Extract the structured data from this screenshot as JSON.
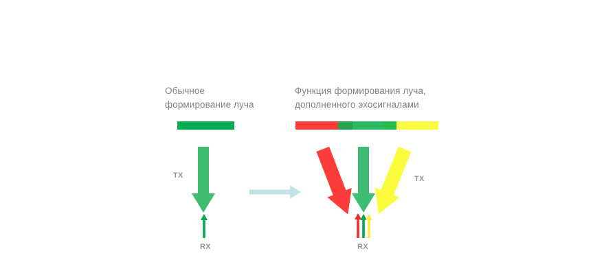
{
  "diagram": {
    "left_panel": {
      "title_line1": "Обычное",
      "title_line2": "формирование луча",
      "tx_label": "TX",
      "rx_label": "RX"
    },
    "right_panel": {
      "title_line1": "Функция формирования луча,",
      "title_line2": "дополненного эхосигналами",
      "tx_label": "TX",
      "rx_label": "RX"
    }
  },
  "colors": {
    "heading_text": "#828282",
    "label_text": "#8f959a",
    "beam_green": "#3dbc72",
    "bar_green": "#00ac4e",
    "rx_green": "#00a94e",
    "beam_red": "#fb3c38",
    "beam_yellow": "#fcfc3e",
    "rx_red": "#f32b28",
    "rx_yellow": "#ffe93b",
    "transition_arrow": "#c5e2e5"
  },
  "bars": {
    "left_segments": [
      {
        "color": "#00ac4e",
        "width": 83
      }
    ],
    "right_segments": [
      {
        "color": "#fb3c38",
        "width": 62
      },
      {
        "color": "#27a24d",
        "width": 21
      },
      {
        "color": "#2bba62",
        "width": 44
      },
      {
        "color": "#26bd4e",
        "width": 20
      },
      {
        "color": "#fbfb40",
        "width": 61
      }
    ]
  }
}
